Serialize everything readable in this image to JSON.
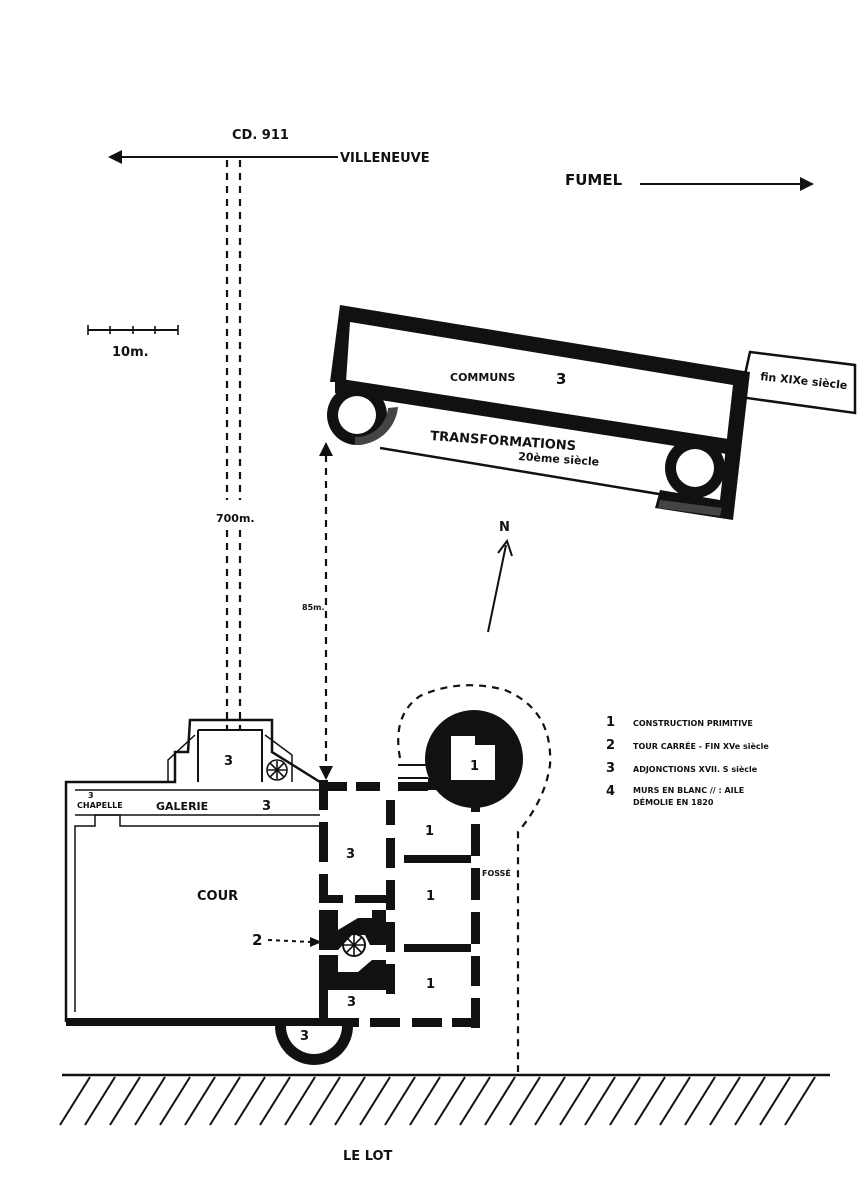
{
  "roads": {
    "road_name": "CD. 911",
    "west_destination": "VILLENEUVE",
    "east_destination": "FUMEL",
    "scale_label": "10m.",
    "distance_road": "700m.",
    "distance_communs": "85m."
  },
  "north": {
    "label": "N"
  },
  "communs": {
    "label": "COMMUNS",
    "number": "3",
    "transformations_label": "TRANSFORMATIONS",
    "century_label": "20ème siècle",
    "annex_label": "fin XIXe siècle"
  },
  "castle": {
    "rooms": {
      "tower_1": "1",
      "room_1a": "1",
      "room_1b": "1",
      "room_1c": "1",
      "room_3_main": "3",
      "room_3_lower": "3",
      "round_tower_3": "3",
      "north_block_3": "3",
      "galerie_num": "3",
      "chapelle_num": "3"
    },
    "galerie_label": "GALERIE",
    "chapelle_label": "CHAPELLE",
    "cour_label": "COUR",
    "fosse_label": "FOSSÉ",
    "stair_pointer": "2"
  },
  "legend": [
    {
      "num": "1",
      "text": "CONSTRUCTION PRIMITIVE"
    },
    {
      "num": "2",
      "text": "TOUR CARRÉE - FIN XVe siècle"
    },
    {
      "num": "3",
      "text": "ADJONCTIONS XVII. S siècle"
    },
    {
      "num": "4",
      "text": "MURS EN BLANC // : AILE",
      "text2": "DÉMOLIE EN 1820"
    }
  ],
  "river": {
    "label": "LE LOT"
  }
}
